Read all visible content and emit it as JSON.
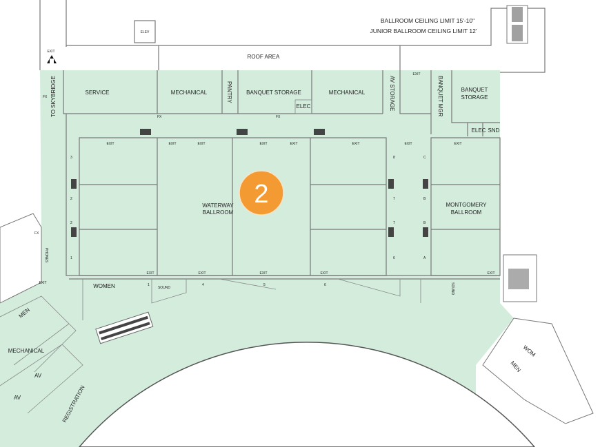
{
  "notes": {
    "ceiling_ballroom": "BALLROOM CEILING LIMIT 15'-10\"",
    "ceiling_junior": "JUNIOR BALLROOM CEILING LIMIT 12'"
  },
  "marker": {
    "number": "2",
    "color": "#f39a33"
  },
  "colors": {
    "area": "#d3ecdc",
    "walls": "#777777"
  },
  "rooms": {
    "elev": "ELEV",
    "roof_area": "ROOF AREA",
    "service": "SERVICE",
    "mechanical_1": "MECHANICAL",
    "pantry": "PANTRY",
    "banquet_storage_1": "BANQUET STORAGE",
    "elec_1": "ELEC",
    "mechanical_2": "MECHANICAL",
    "av_storage": "AV STORAGE",
    "banquet_mgr": "BANQUET MGR",
    "banquet_storage_2a": "BANQUET",
    "banquet_storage_2b": "STORAGE",
    "elec_2": "ELEC",
    "snd": "SND",
    "waterway_1": "WATERWAY",
    "waterway_2": "BALLROOM",
    "montgomery_1": "MONTGOMERY",
    "montgomery_2": "BALLROOM",
    "women": "WOMEN",
    "sound_1": "SOUND",
    "sound_2": "SOUND",
    "men": "MEN",
    "mechanical_3": "MECHANICAL",
    "av_1": "AV",
    "av_2": "AV",
    "registration": "REGISTRATION",
    "wom": "WOM",
    "men_2": "MEN",
    "phones": "PHONES"
  },
  "directions": {
    "skybridge": "TO SKYBRIDGE"
  },
  "exit_label": "EXIT",
  "fx_label": "FX",
  "doors": {
    "left": [
      "3",
      "2",
      "2",
      "1"
    ],
    "right": [
      "8",
      "7",
      "7",
      "6"
    ],
    "montgomery": [
      "C",
      "B",
      "B",
      "A"
    ],
    "bottom": [
      "1",
      "4",
      "5",
      "6"
    ]
  }
}
